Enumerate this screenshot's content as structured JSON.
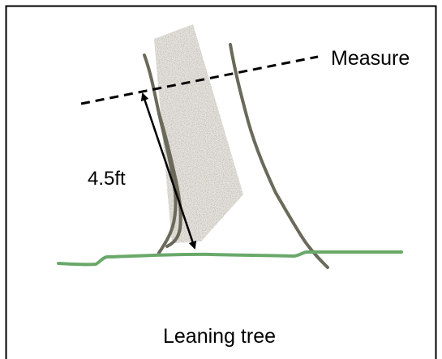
{
  "diagram": {
    "labels": {
      "measure": "Measure",
      "height": "4.5ft",
      "caption": "Leaning tree"
    },
    "colors": {
      "frame": "#000000",
      "trunk_outline": "#6b6a5a",
      "bark_texture": "#b8b0a4",
      "ground": "#6aa86a",
      "measure_line": "#000000",
      "arrow": "#000000",
      "background": "#ffffff"
    }
  }
}
